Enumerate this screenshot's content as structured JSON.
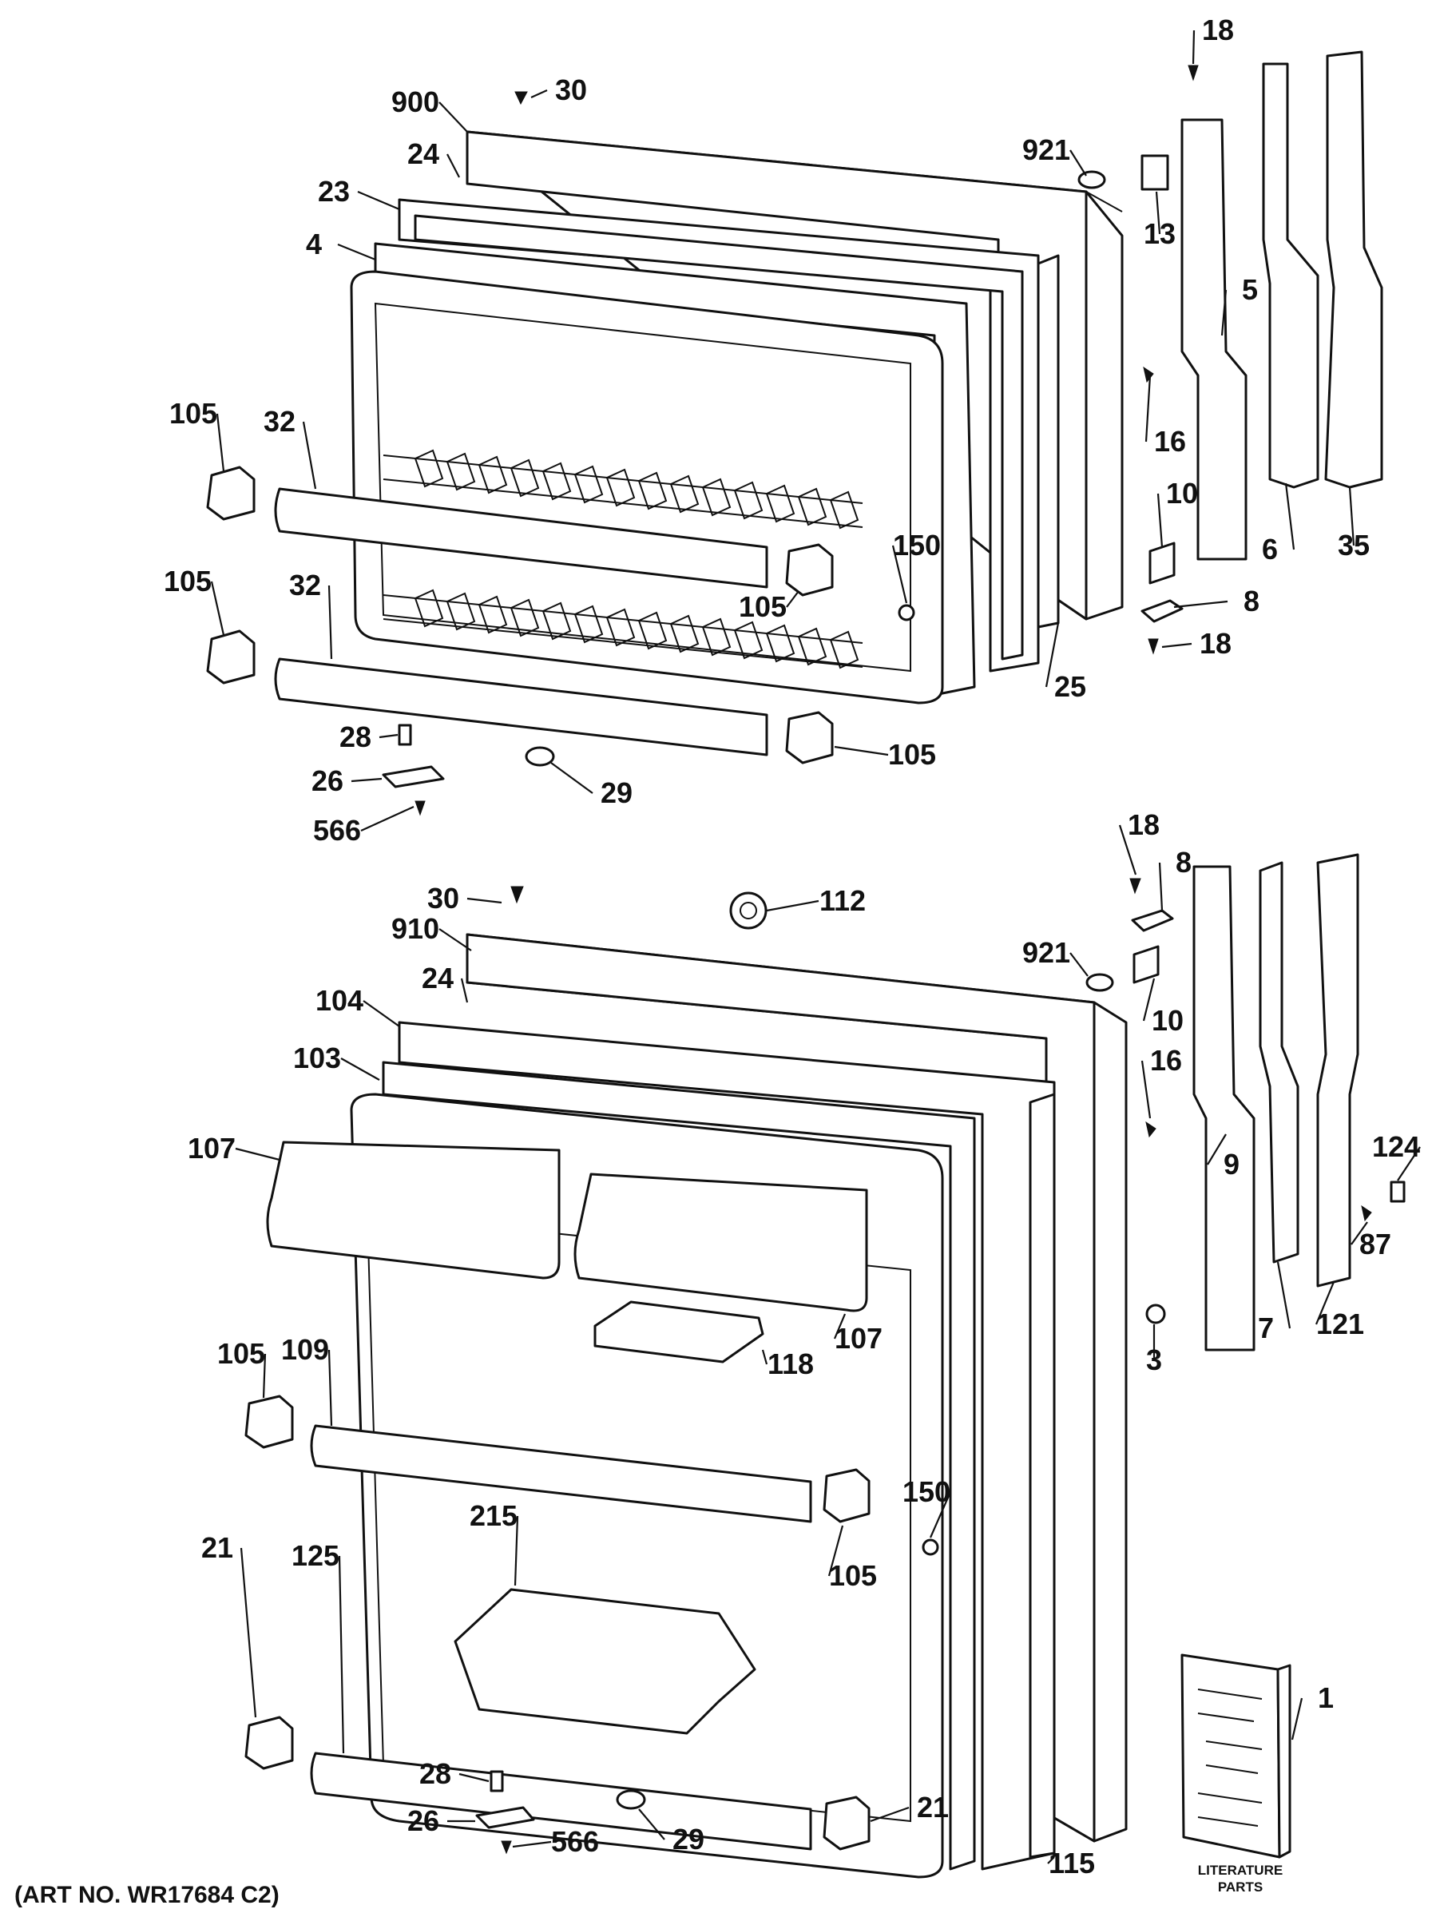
{
  "diagram": {
    "art_number": "(ART NO. WR17684 C2)",
    "literature_label_line1": "LITERATURE",
    "literature_label_line2": "PARTS",
    "callouts": {
      "c900": "900",
      "c30a": "30",
      "c24a": "24",
      "c23": "23",
      "c4": "4",
      "c921a": "921",
      "c18a": "18",
      "c13": "13",
      "c5": "5",
      "c16a": "16",
      "c6": "6",
      "c35": "35",
      "c10a": "10",
      "c8a": "8",
      "c18b": "18",
      "c25": "25",
      "c150a": "150",
      "c105a": "105",
      "c32a": "32",
      "c105b": "105",
      "c32b": "32",
      "c105c": "105",
      "c105d": "105",
      "c28a": "28",
      "c26a": "26",
      "c566a": "566",
      "c29a": "29",
      "c18c": "18",
      "c8b": "8",
      "c30b": "30",
      "c112": "112",
      "c910": "910",
      "c921b": "921",
      "c24b": "24",
      "c10b": "10",
      "c104": "104",
      "c103": "103",
      "c16b": "16",
      "c9": "9",
      "c107a": "107",
      "c124": "124",
      "c87": "87",
      "c7": "7",
      "c121": "121",
      "c3": "3",
      "c107b": "107",
      "c118": "118",
      "c105e": "105",
      "c109": "109",
      "c150b": "150",
      "c215": "215",
      "c105f": "105",
      "c21a": "21",
      "c125": "125",
      "c21b": "21",
      "c1": "1",
      "c28b": "28",
      "c26b": "26",
      "c566b": "566",
      "c29b": "29",
      "c115": "115"
    }
  }
}
